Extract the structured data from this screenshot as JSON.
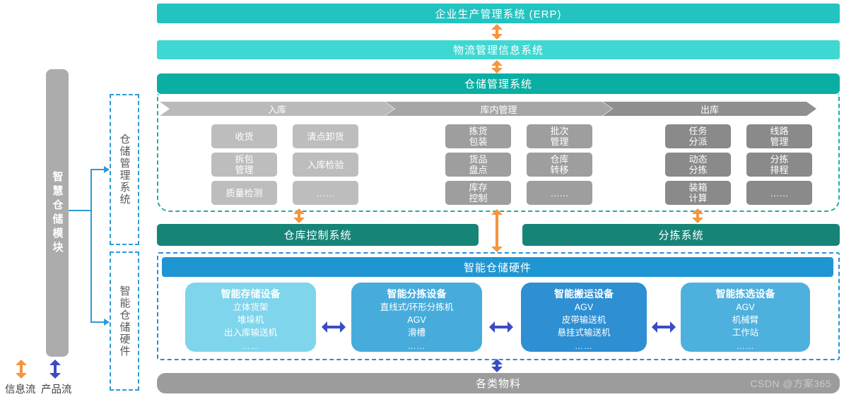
{
  "colors": {
    "teal_erp": "#23C3C0",
    "teal_lmis": "#3FD7D1",
    "teal_wms": "#0BAEA2",
    "teal_dark_bars": "#178478",
    "teal_dash_frame": "#1FAEA0",
    "blue_dash_frame": "#2591D4",
    "blue_hw_header": "#1F96D2",
    "hw_box_storage": "#7ED5EC",
    "hw_box_sorting": "#47ACDC",
    "hw_box_transport": "#2E8FD3",
    "hw_box_picking": "#4EB0DD",
    "gray_light": "#BDBDBD",
    "gray_mid": "#9E9E9E",
    "gray_dark": "#8A8A8A",
    "chevron_in": "#BABABA",
    "chevron_mid": "#A6A6A6",
    "chevron_out": "#8F8F8F",
    "materials_bar": "#9C9C9C",
    "pillar_gray": "#ACACAC",
    "orange_flow": "#F5953C",
    "blue_flow": "#3A4BC4",
    "connector_blue": "#2E9BD6"
  },
  "left_rail": {
    "module_label": "智慧仓储模块",
    "wms_section_label": "仓储管理系统",
    "hardware_section_label": "智能仓储硬件"
  },
  "legend": {
    "info_flow": "信息流",
    "product_flow": "产品流"
  },
  "top_bars": {
    "erp": "企业生产管理系统 (ERP)",
    "lmis": "物流管理信息系统",
    "wms": "仓储管理系统"
  },
  "wms_detail": {
    "stages": [
      "入库",
      "库内管理",
      "出库"
    ],
    "groups": [
      {
        "cells": [
          "收货",
          "清点卸货",
          "拆包\n管理",
          "入库检验",
          "质量检测",
          "……"
        ]
      },
      {
        "cells": [
          "拣货\n包装",
          "批次\n管理",
          "货品\n盘点",
          "仓库\n转移",
          "库存\n控制",
          "……"
        ]
      },
      {
        "cells": [
          "任务\n分派",
          "线路\n管理",
          "动态\n分拣",
          "分拣\n排程",
          "装箱\n计算",
          "……"
        ]
      }
    ]
  },
  "mid_bars": {
    "wcs": "仓库控制系统",
    "sorting": "分拣系统"
  },
  "hardware": {
    "header": "智能仓储硬件",
    "boxes": [
      {
        "title": "智能存储设备",
        "items": [
          "立体货架",
          "堆垛机",
          "出入库输送机"
        ],
        "more": "……"
      },
      {
        "title": "智能分拣设备",
        "items": [
          "直线式/环形分拣机",
          "AGV",
          "滑槽"
        ],
        "more": "……"
      },
      {
        "title": "智能搬运设备",
        "items": [
          "AGV",
          "皮带输送机",
          "悬挂式输送机"
        ],
        "more": "……"
      },
      {
        "title": "智能拣选设备",
        "items": [
          "AGV",
          "机械臂",
          "工作站"
        ],
        "more": "……"
      }
    ]
  },
  "bottom": {
    "materials": "各类物料",
    "watermark": "CSDN @方案365"
  }
}
